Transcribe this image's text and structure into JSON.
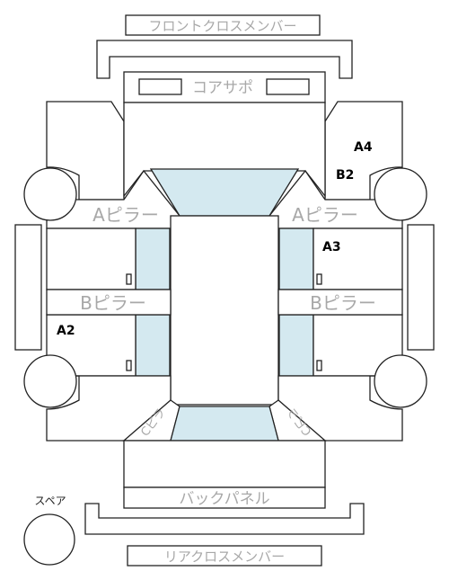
{
  "labels": {
    "front_cross_member": "フロントクロスメンバー",
    "core_support": "コアサポ",
    "a_pillar_left": "Aピラー",
    "a_pillar_right": "Aピラー",
    "b_pillar_left": "Bピラー",
    "b_pillar_right": "Bピラー",
    "back_panel": "バックパネル",
    "rear_cross_member": "リアクロスメンバー",
    "spare": "スペア",
    "rear_hatch_left": "Cピラ",
    "rear_hatch_right": "Cピラ"
  },
  "damage_codes": {
    "a4": "A4",
    "b2": "B2",
    "a3": "A3",
    "a2": "A2"
  },
  "colors": {
    "glass": "#d4e9f0",
    "outline": "#222222",
    "label_grey": "#a8a8a8"
  }
}
